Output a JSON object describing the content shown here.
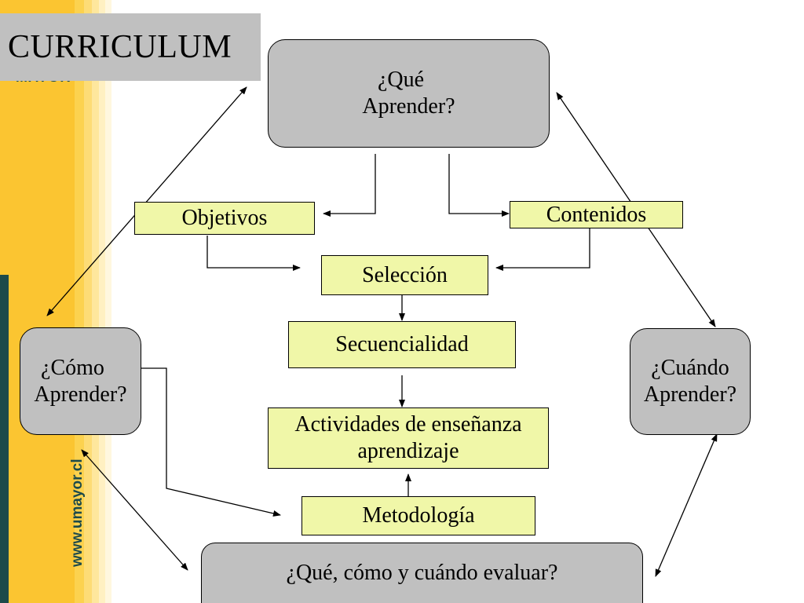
{
  "title": "CURRICULUM",
  "brand": {
    "logo_fragment": "MAYOR",
    "url": "www.umayor.cl"
  },
  "colors": {
    "gray_node": "#c0c0c0",
    "green_node": "#f0f7a8",
    "sidebar_yellow": "#fbc531",
    "sidebar_teal": "#1d4a4a"
  },
  "nodes": {
    "que_aprender": [
      "¿Qué",
      "Aprender?"
    ],
    "objetivos": "Objetivos",
    "contenidos": "Contenidos",
    "seleccion": "Selección",
    "secuencialidad": "Secuencialidad",
    "actividades": [
      "Actividades de enseñanza",
      "aprendizaje"
    ],
    "metodologia": "Metodología",
    "como_aprender": [
      "¿Cómo",
      "Aprender?"
    ],
    "cuando_aprender": [
      "¿Cuándo",
      "Aprender?"
    ],
    "evaluar": "¿Qué, cómo y cuándo evaluar?"
  }
}
